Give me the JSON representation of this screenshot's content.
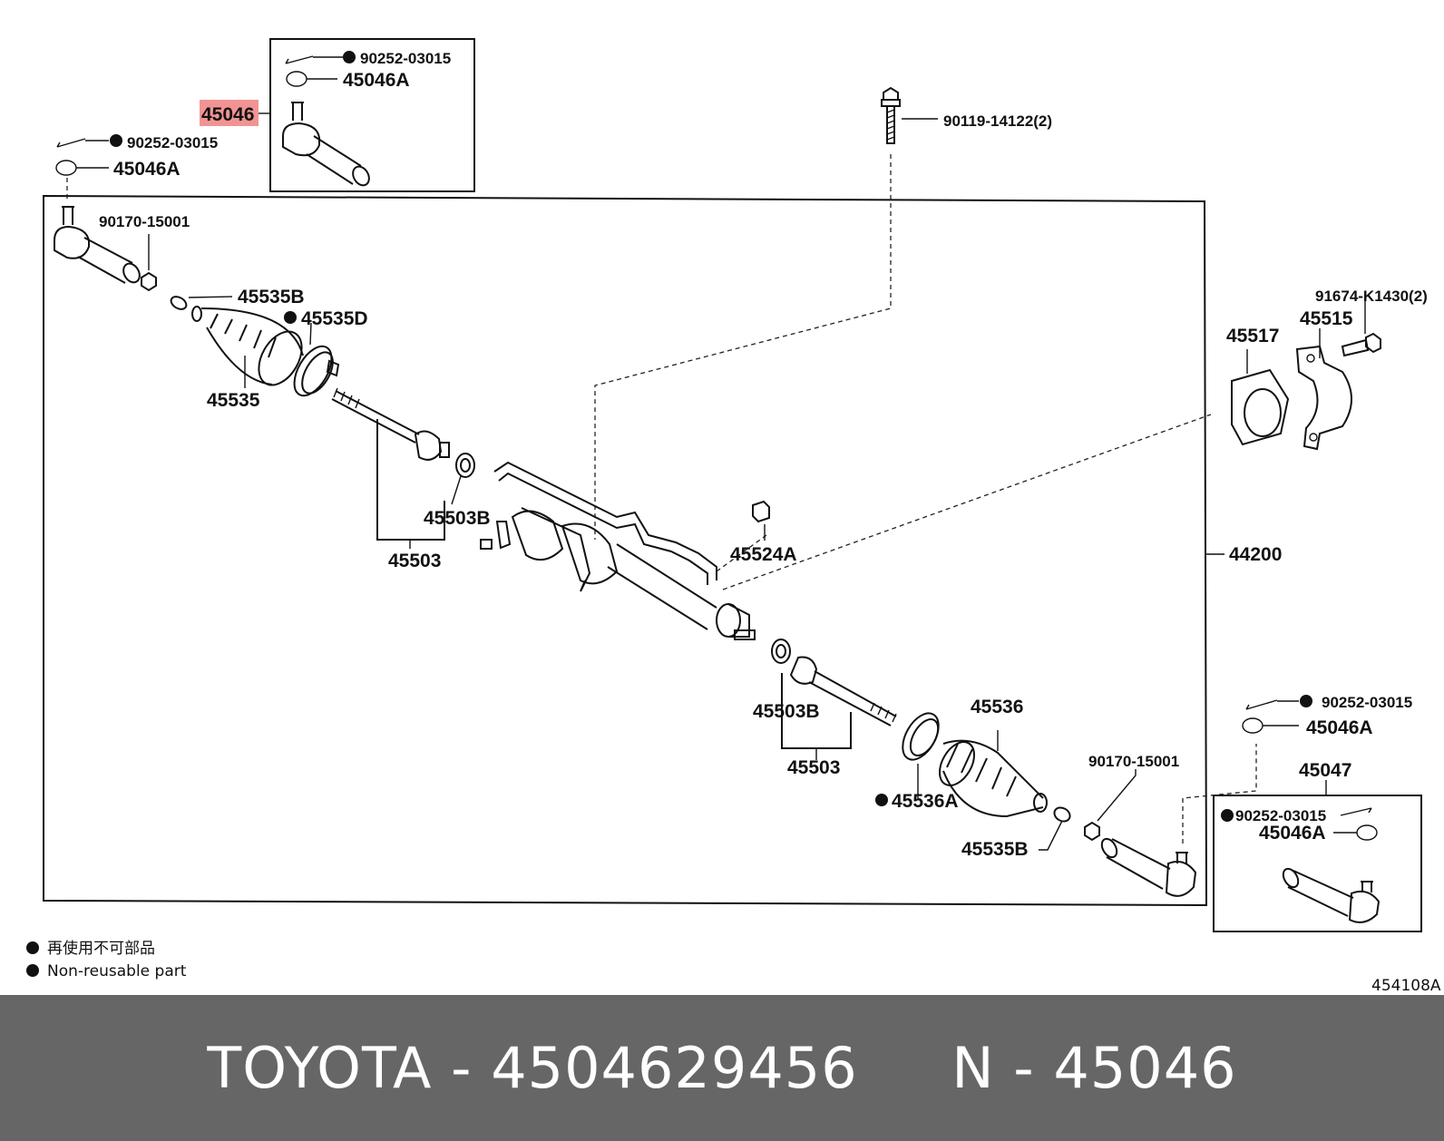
{
  "diagram": {
    "labels": {
      "inset_top_clip": "90252-03015",
      "inset_top_nut": "45046A",
      "highlighted_part": "45046",
      "left_clip": "90252-03015",
      "left_nut": "45046A",
      "left_grease": "90170-15001",
      "clamp_left": "45535B",
      "clamp_d": "45535D",
      "boot_left": "45535",
      "bolt": "90119-14122(2)",
      "washer_left": "45503B",
      "rod_left": "45503",
      "cap": "45524A",
      "assembly": "44200",
      "bracket_bolt": "91674-K1430(2)",
      "bracket": "45515",
      "grommet": "45517",
      "washer_right": "45503B",
      "rod_right": "45503",
      "boot_right": "45536",
      "clamp_right_a": "45536A",
      "clamp_right_b": "45535B",
      "right_grease": "90170-15001",
      "right_clip": "90252-03015",
      "right_nut": "45046A",
      "inset_right_part": "45047",
      "inset_right_clip": "90252-03015",
      "inset_right_nut": "45046A",
      "diagram_id": "454108A"
    },
    "legend": {
      "line_jp": "再使用不可部品",
      "line_en": "Non-reusable part"
    },
    "colors": {
      "highlight": "#f08080",
      "footer_bg": "#666666"
    }
  },
  "footer": {
    "text": "TOYOTA - 4504629456     N - 45046"
  }
}
